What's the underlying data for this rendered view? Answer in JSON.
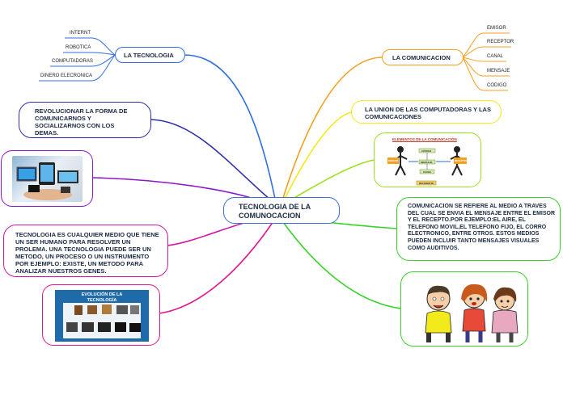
{
  "central": {
    "title": "TECNOLOGIA DE LA COMUNOCACION"
  },
  "left": {
    "tecnologia": {
      "label": "LA TECNOLOGIA",
      "leaves": [
        "INTERNT",
        "ROBOTICA",
        "COMPUTADORAS",
        "DINERO ELECRONICA"
      ]
    },
    "revolucionar": {
      "text": "REVOLUCIONAR LA FORMA DE COMUNICARNOS Y SOCIALIZARNOS CON LOS DEMAS."
    },
    "definicion": {
      "text": "TECNOLOGIA ES CUALQUIER MEDIO QUE TIENE UN SER HUMANO PARA RESOLVER UN PROLEMA. UNA TECNOLOGIA PUEDE SER UN METODO, UN PROCESO O UN INSTRUMENTO POR EJEMPLO: EXISTE, UN METODO PARA ANALIZAR NUESTROS GENES."
    },
    "evolucion_image": {
      "caption": "EVOLUCIÓN DE LA TECNOLOGÍA"
    }
  },
  "right": {
    "comunicacion": {
      "label": "LA COMUNICACION",
      "leaves": [
        "EMISOR",
        "RECEPTOR",
        "CANAL",
        "MENSAJE",
        "CODIGO"
      ]
    },
    "union": {
      "text": "LA UNION DE LAS COMPUTADORAS Y LAS COMUNICACIONES"
    },
    "elementos_image": {
      "title": "ELEMENTOS DE LA COMUNICACIÓN",
      "labels": [
        "EMISOR",
        "CÓDIGO",
        "MENSAJE",
        "CANAL",
        "RECEPTOR",
        "REFERENTE"
      ]
    },
    "medio": {
      "text": "COMUNICACION SE REFIERE AL MEDIO A TRAVES DEL CUAL SE ENVIA EL MENSAJE ENTRE EL EMISOR Y EL RECEPTO.POR EJEMPLO:EL AIRE, EL TELEFONO MOVIL,EL TELEFONO FIJO, EL CORRO ELECTRONICO, ENTRE OTROS. ESTOS MEDIOS PUEDEN INCLUIR TANTO MENSAJES VISUALES COMO AUDITIVOS."
    }
  },
  "colors": {
    "blue": "#2f6fe0",
    "navy": "#2c2fa6",
    "purple": "#8a16c8",
    "magenta": "#d417a8",
    "pink": "#e0188a",
    "orange": "#f4a021",
    "yellow": "#f2ea1a",
    "lime": "#9be01b",
    "green": "#3ad12a"
  }
}
